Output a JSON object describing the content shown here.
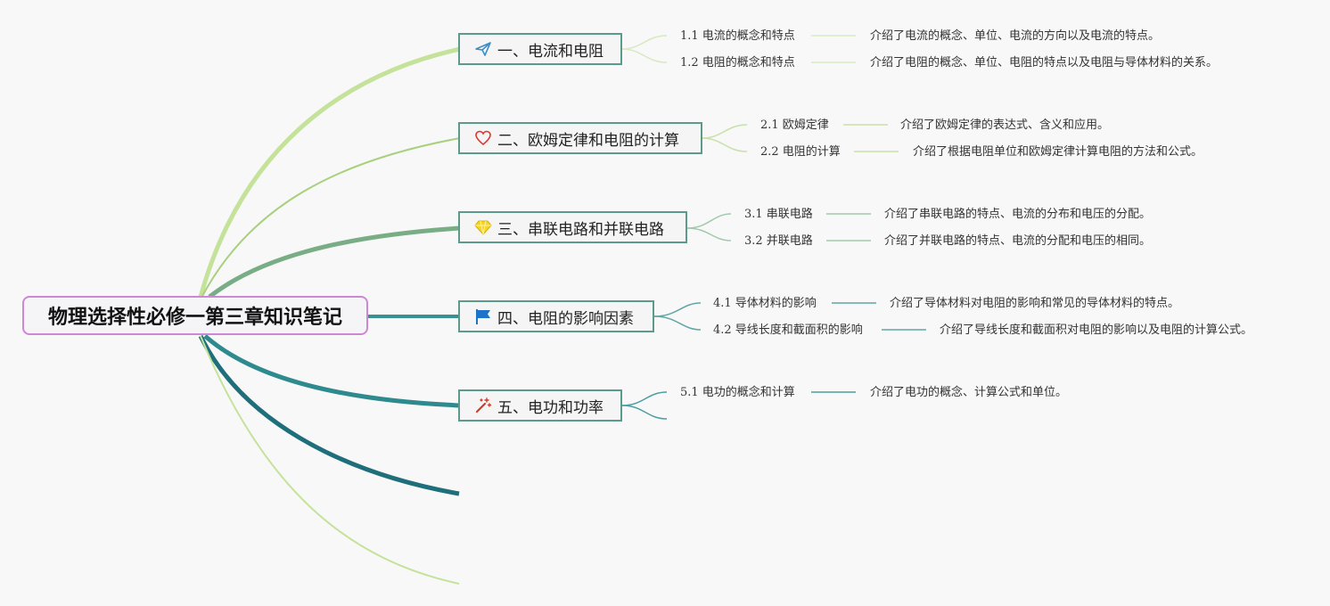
{
  "root": {
    "title": "物理选择性必修一第三章知识笔记"
  },
  "branches": [
    {
      "title": "一、电流和电阻",
      "icon": "paper-plane-icon",
      "color": "#c5e29b",
      "items": [
        {
          "label": "1.1 电流的概念和特点",
          "desc": "介绍了电流的概念、单位、电流的方向以及电流的特点。"
        },
        {
          "label": "1.2 电阻的概念和特点",
          "desc": "介绍了电阻的概念、单位、电阻的特点以及电阻与导体材料的关系。"
        }
      ]
    },
    {
      "title": "二、欧姆定律和电阻的计算",
      "icon": "heart-icon",
      "color": "#a9d07f",
      "items": [
        {
          "label": "2.1 欧姆定律",
          "desc": "介绍了欧姆定律的表达式、含义和应用。"
        },
        {
          "label": "2.2 电阻的计算",
          "desc": "介绍了根据电阻单位和欧姆定律计算电阻的方法和公式。"
        }
      ]
    },
    {
      "title": "三、串联电路和并联电路",
      "icon": "diamond-icon",
      "color": "#79ad85",
      "items": [
        {
          "label": "3.1 串联电路",
          "desc": "介绍了串联电路的特点、电流的分布和电压的分配。"
        },
        {
          "label": "3.2 并联电路",
          "desc": "介绍了并联电路的特点、电流的分配和电压的相同。"
        }
      ]
    },
    {
      "title": "四、电阻的影响因素",
      "icon": "flag-icon",
      "color": "#3a9290",
      "items": [
        {
          "label": "4.1 导体材料的影响",
          "desc": "介绍了导体材料对电阻的影响和常见的导体材料的特点。"
        },
        {
          "label": "4.2 导线长度和截面积的影响",
          "desc": "介绍了导线长度和截面积对电阻的影响以及电阻的计算公式。"
        }
      ]
    },
    {
      "title": "五、电功和功率",
      "icon": "wand-icon",
      "color": "#2e8a8e",
      "items": [
        {
          "label": "5.1 电功的概念和计算",
          "desc": "介绍了电功的概念、计算公式和单位。"
        }
      ]
    }
  ],
  "colors": {
    "root_border": "#cc88d4",
    "branch_border": "#5c9a8c",
    "extra_curve_dark": "#1f6e7c",
    "extra_curve_light": "#c5e29b"
  }
}
